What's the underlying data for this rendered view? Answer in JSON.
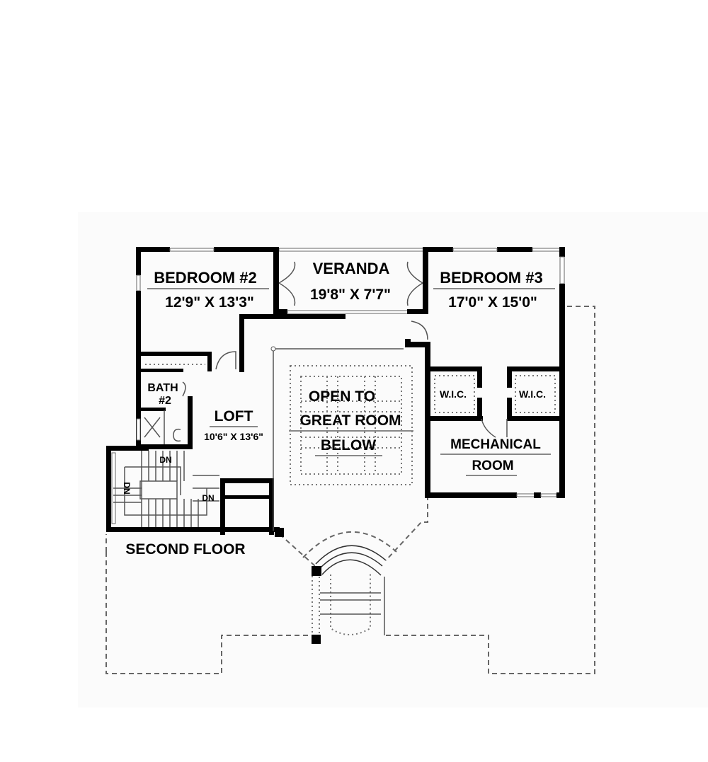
{
  "plan": {
    "title": "SECOND FLOOR",
    "rooms": {
      "bedroom2": {
        "name": "BEDROOM #2",
        "size": "12'9\" X 13'3\""
      },
      "veranda": {
        "name": "VERANDA",
        "size": "19'8\" X 7'7\""
      },
      "bedroom3": {
        "name": "BEDROOM #3",
        "size": "17'0\" X 15'0\""
      },
      "bath2": {
        "name_line1": "BATH",
        "name_line2": "#2"
      },
      "loft": {
        "name": "LOFT",
        "size": "10'6\" X 13'6\""
      },
      "open": {
        "line1": "OPEN TO",
        "line2": "GREAT ROOM",
        "line3": "BELOW"
      },
      "wic_left": {
        "name": "W.I.C."
      },
      "wic_right": {
        "name": "W.I.C."
      },
      "mechanical": {
        "line1": "MECHANICAL",
        "line2": "ROOM"
      }
    },
    "stairs": {
      "dn_top": "DN",
      "dn_left": "DN",
      "dn_right": "DN"
    },
    "colors": {
      "wall": "#000000",
      "dashed_outline": "#666666",
      "background": "#ffffff"
    }
  }
}
